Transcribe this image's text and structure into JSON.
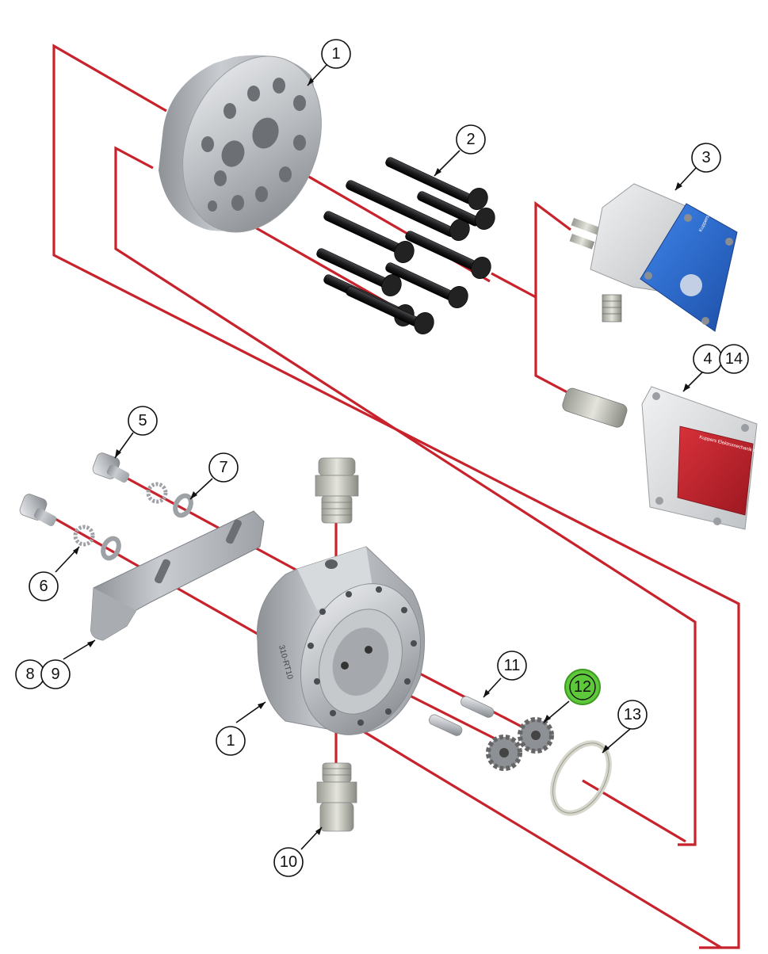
{
  "colors": {
    "assembly_line": "#c8232c",
    "highlight": "#5dc93a",
    "metal_light": "#d9dbdd",
    "metal_dark": "#8d9196",
    "blue_label": "#2d6fd3",
    "red_label": "#c8232c",
    "bolt_black": "#1c1c1e"
  },
  "callouts": [
    {
      "id": "c1a",
      "text": "1",
      "highlighted": false
    },
    {
      "id": "c2",
      "text": "2",
      "highlighted": false
    },
    {
      "id": "c3",
      "text": "3",
      "highlighted": false
    },
    {
      "id": "c4",
      "text": "4",
      "highlighted": false
    },
    {
      "id": "c14",
      "text": "14",
      "highlighted": false
    },
    {
      "id": "c5",
      "text": "5",
      "highlighted": false
    },
    {
      "id": "c7",
      "text": "7",
      "highlighted": false
    },
    {
      "id": "c6",
      "text": "6",
      "highlighted": false
    },
    {
      "id": "c8",
      "text": "8",
      "highlighted": false
    },
    {
      "id": "c9",
      "text": "9",
      "highlighted": false
    },
    {
      "id": "c1b",
      "text": "1",
      "highlighted": false
    },
    {
      "id": "c11",
      "text": "11",
      "highlighted": false
    },
    {
      "id": "c12",
      "text": "12",
      "highlighted": true
    },
    {
      "id": "c13",
      "text": "13",
      "highlighted": false
    },
    {
      "id": "c10",
      "text": "10",
      "highlighted": false
    }
  ],
  "housing_engraving": "310-RT10",
  "sensor_blue_brand": "Kuppers Elektromechanik",
  "sensor_red_brand": "Kuppers Elektromechanik GmbH"
}
